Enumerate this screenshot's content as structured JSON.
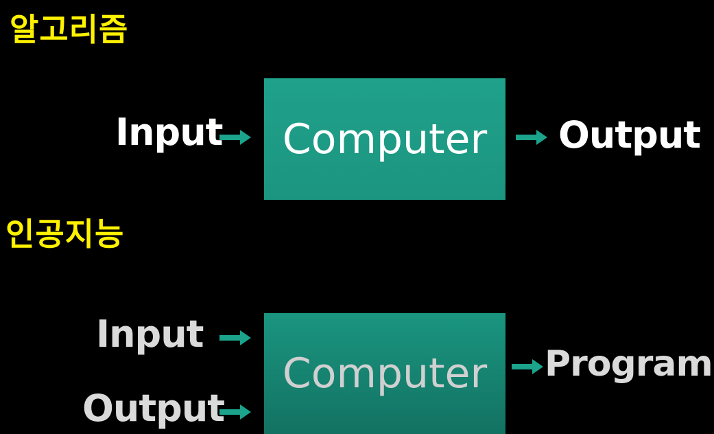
{
  "colors": {
    "background": "#000000",
    "heading": "#FFF200",
    "text": "#FFFFFF",
    "text_dim": "#DADADA",
    "box_top": "#1FA08A",
    "box_bottom": "#17806E",
    "arrow": "#1BA38C"
  },
  "algorithm": {
    "heading": "알고리즘",
    "input_label": "Input",
    "box_label": "Computer",
    "output_label": "Output"
  },
  "ai": {
    "heading": "인공지능",
    "input_label": "Input",
    "output_label": "Output",
    "box_label": "Computer",
    "result_label": "Program"
  },
  "icons": {
    "arrow": "arrow-right-icon"
  }
}
